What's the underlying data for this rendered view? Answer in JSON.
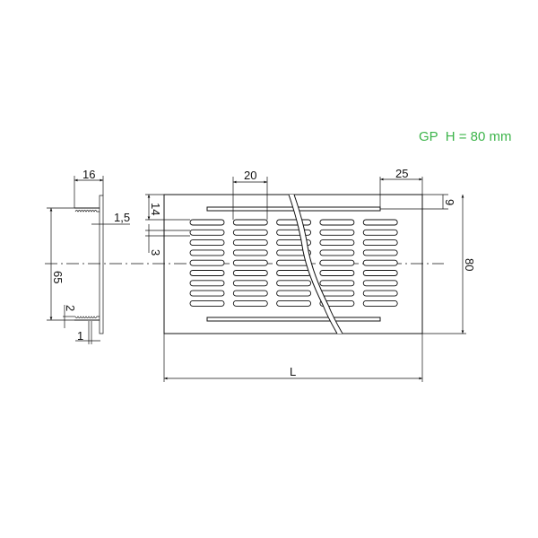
{
  "title": "GP  H = 80 mm",
  "colors": {
    "title": "#3cb44a",
    "lines": "#111111"
  },
  "grille": {
    "slot_columns": 5,
    "slot_rows": 9
  },
  "dimensions": {
    "side_depth": "16",
    "flange_thickness": "1,5",
    "sleeve_height": "65",
    "rib_height": "2",
    "wall_thickness": "1",
    "top_to_slots": "14",
    "slot_pitch": "3",
    "slot_length": "20",
    "bar_offset": "25",
    "bar_top": "9",
    "height": "80",
    "length": "L"
  }
}
